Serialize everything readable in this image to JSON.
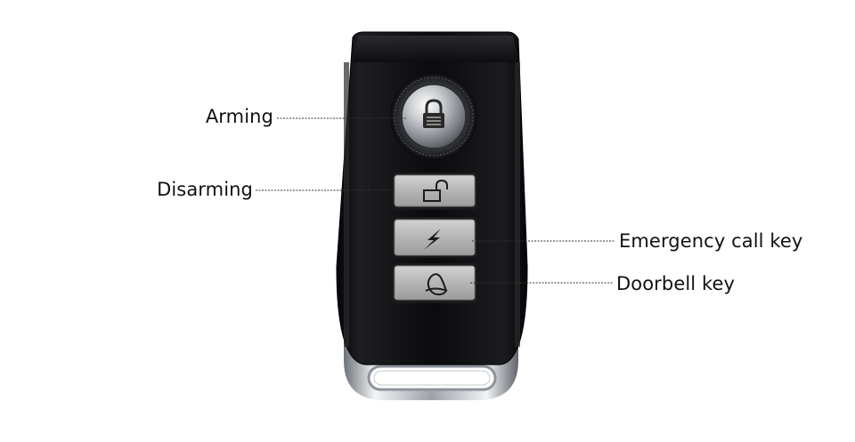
{
  "labels": {
    "arming": "Arming",
    "disarming": "Disarming",
    "emergency_call_key": "Emergency call key",
    "doorbell_key": "Doorbell key"
  },
  "icons": {
    "arming_button": "lock-closed-icon",
    "disarming_button": "lock-open-icon",
    "emergency_button": "lightning-icon",
    "doorbell_button": "bell-icon"
  },
  "colors": {
    "body": "#0c0c0e",
    "button_gray": "#b7b7b7",
    "chrome": "#d0d3d8",
    "text": "#111111",
    "leader_line": "#333333"
  }
}
